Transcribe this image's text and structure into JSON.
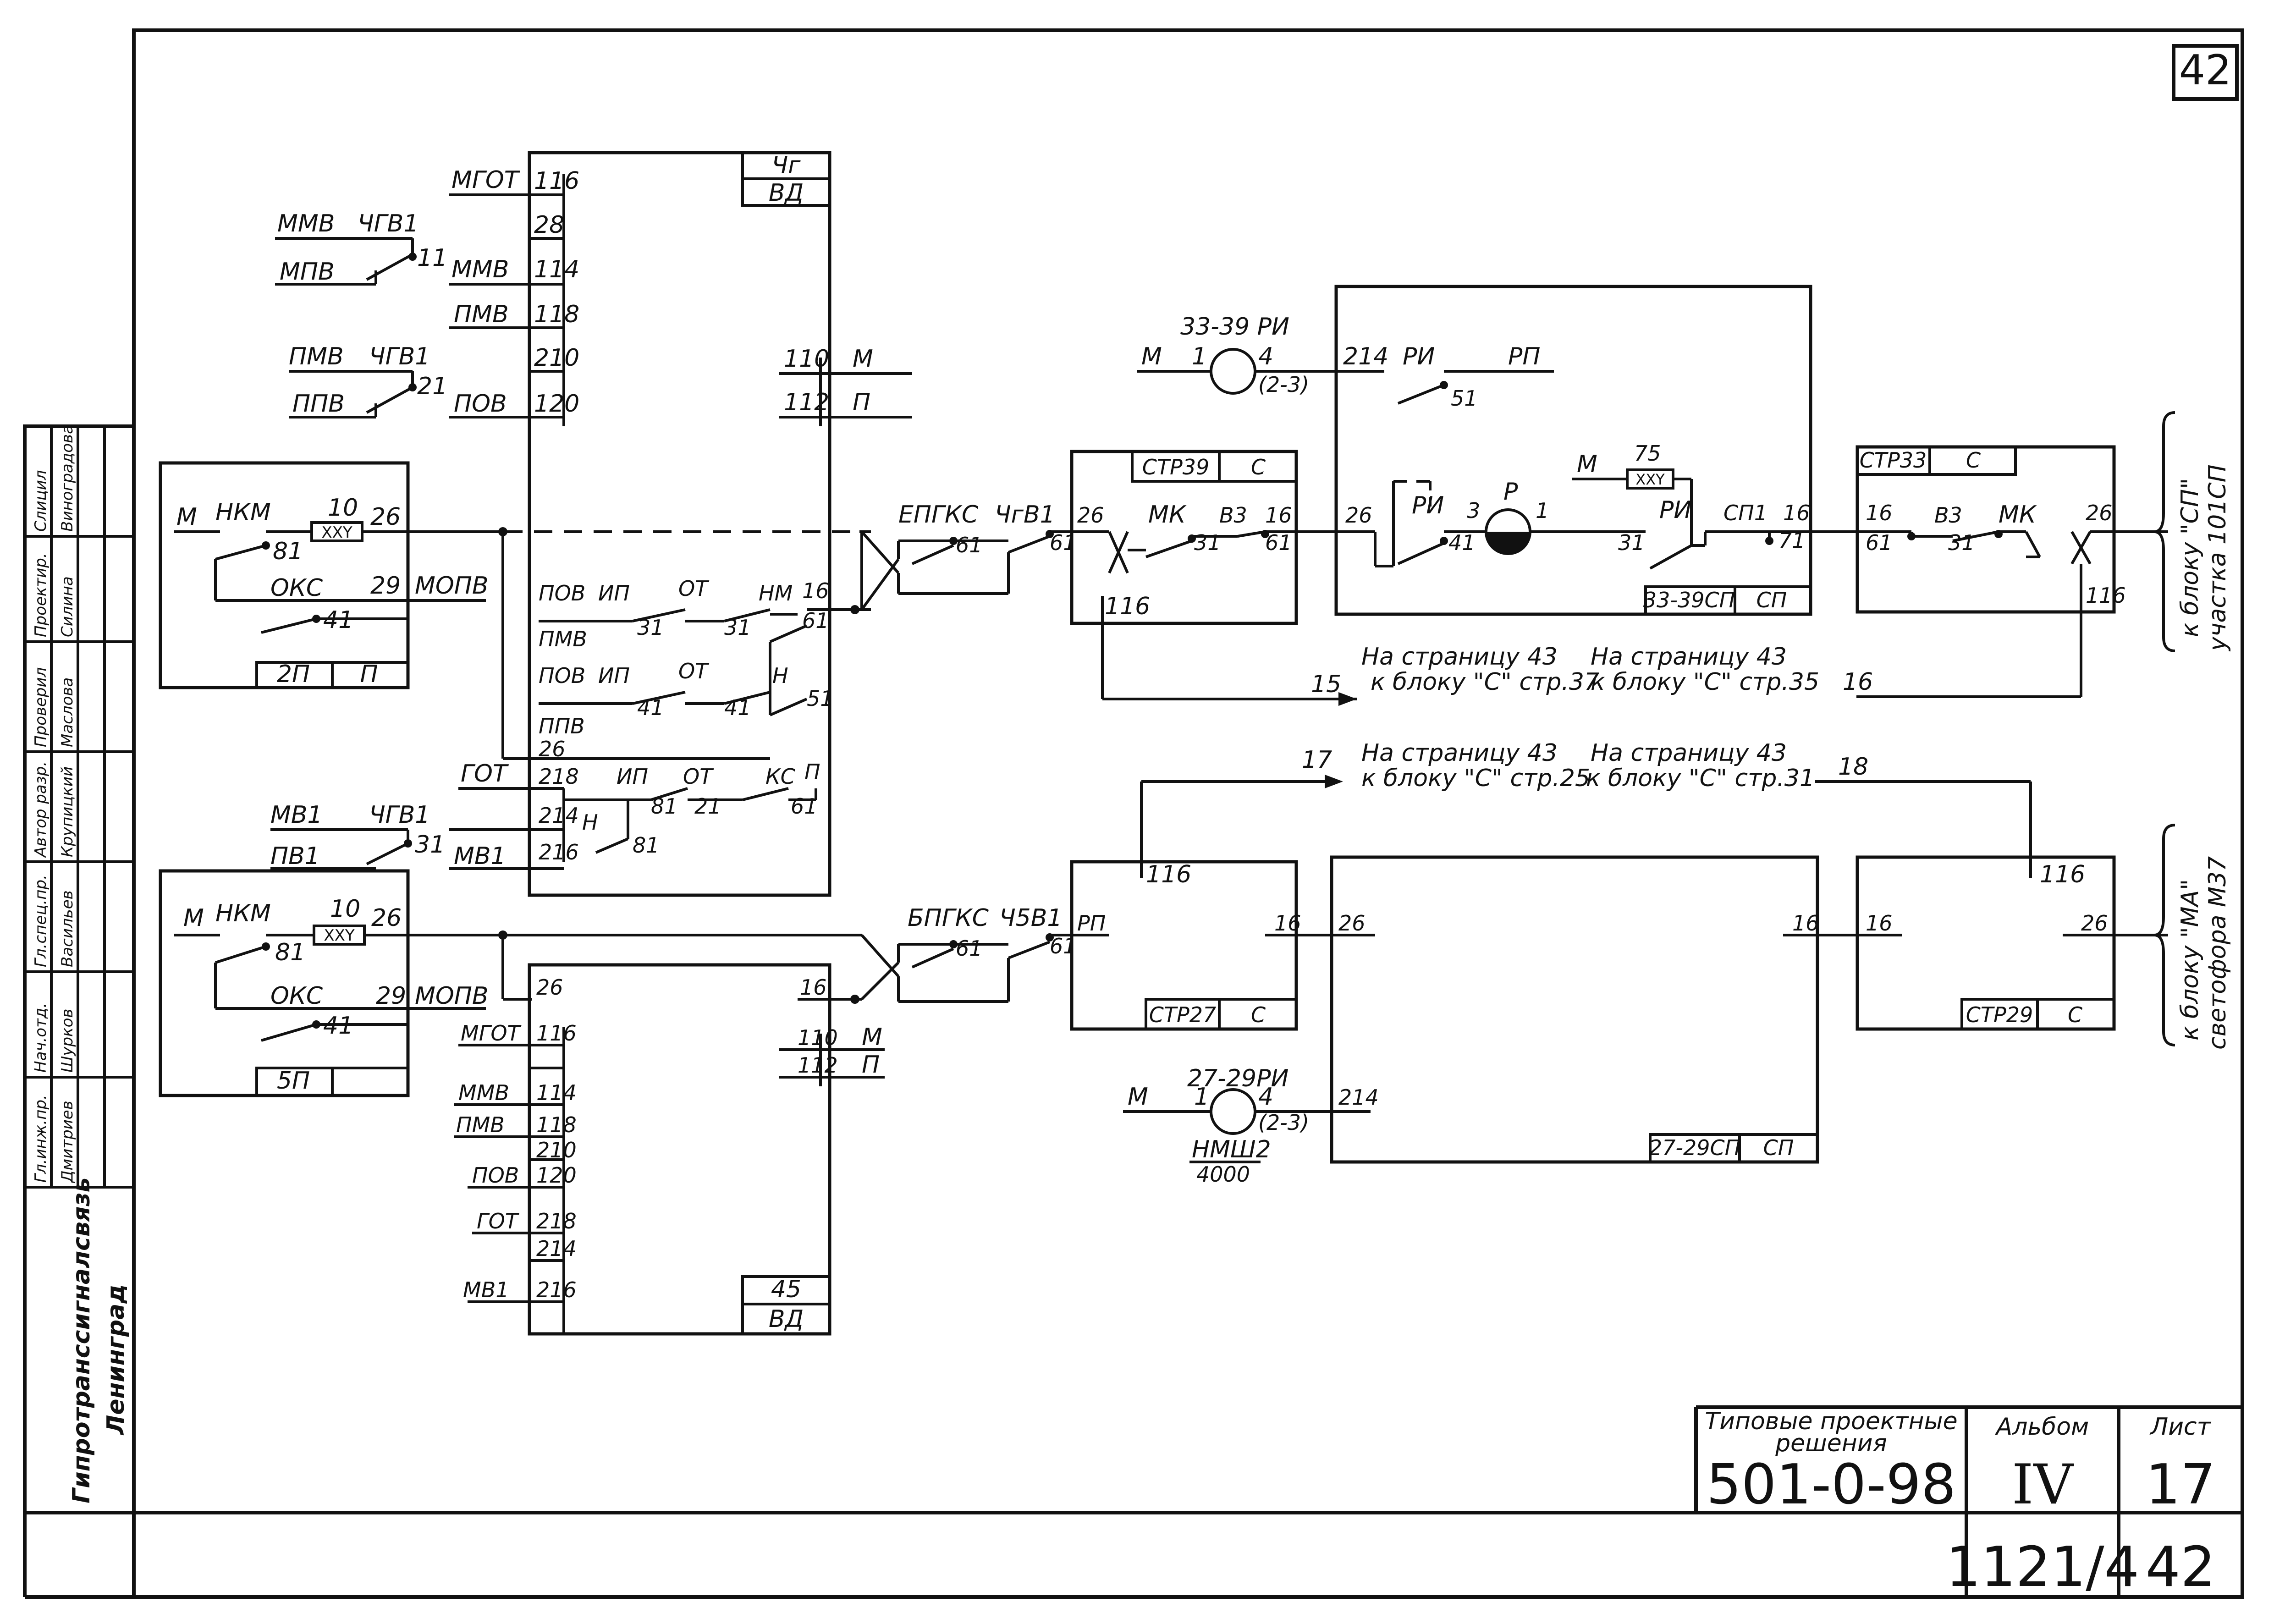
{
  "sheet_no_top": "42",
  "stamp": {
    "title_line1": "Типовые проектные",
    "title_line2": "решения",
    "code": "501-0-98",
    "album_label": "Альбом",
    "album_no": "IV",
    "sheet_label": "Лист",
    "sheet_no": "17",
    "archive_no": "1121/4",
    "page_no": "42"
  },
  "org": {
    "line1": "Гипротранссигналсвязь",
    "line2": "Ленинград"
  },
  "side_block": [
    {
      "role": "Гл.инж.пр.",
      "name": "Дмитриев"
    },
    {
      "role": "Нач.отд.",
      "name": "Шурков"
    },
    {
      "role": "Гл.спец.пр.",
      "name": "Васильев"
    },
    {
      "role": "Автор разр.",
      "name": "Крупицкий"
    },
    {
      "role": "Проверил",
      "name": "Маслова"
    },
    {
      "role": "Проектир.",
      "name": "Силина"
    },
    {
      "role": "Слицил",
      "name": "Виноградова"
    }
  ],
  "labels": {
    "mgot": "МГОТ",
    "c116": "116",
    "mmv": "ММВ",
    "c28": "28",
    "chg_v1": "ЧГВ1",
    "c11": "11",
    "mpv": "МПВ",
    "c114": "114",
    "pmv": "ПМВ",
    "c118": "118",
    "c210": "210",
    "c21": "21",
    "ppv": "ППВ",
    "pov": "ПОВ",
    "c120": "120",
    "blk4g_a": "Чг",
    "blk4g_b": "ВД",
    "c110": "110",
    "m": "М",
    "c112": "112",
    "p": "П",
    "nkm": "НКМ",
    "c10": "10",
    "xxy": "XXY",
    "c26": "26",
    "c81": "81",
    "oks": "ОКС",
    "c29": "29",
    "mopv": "МОПВ",
    "c41": "41",
    "b2p_a": "2П",
    "b2p_b": "П",
    "ip": "ИП",
    "ot": "ОТ",
    "nm": "НМ",
    "c16": "16",
    "c31": "31",
    "c61": "61",
    "h": "Н",
    "c51": "51",
    "got": "ГОТ",
    "c218": "218",
    "ks": "КС",
    "mv1": "МВ1",
    "c214": "214",
    "pv1": "ПВ1",
    "c216": "216",
    "epgks": "ЕПГКС",
    "chgv1": "ЧгВ1",
    "str39": "СТР39",
    "c": "С",
    "mk": "МК",
    "v3": "В3",
    "ri_title": "33-39 РИ",
    "c1": "1",
    "c4": "4",
    "c23": "(2-3)",
    "ri": "РИ",
    "rp": "РП",
    "r": "Р",
    "c3": "3",
    "c75": "75",
    "sp1": "СП1",
    "c71": "71",
    "blk3339_a": "33-39СП",
    "sp": "СП",
    "str33": "СТР33",
    "dest_sp": "к блоку \"СП\"",
    "dest_sp2": "участка 101СП",
    "n15": "15",
    "n16": "16",
    "n17": "17",
    "n18": "18",
    "ref1a": "На страницу 43",
    "ref1b": "к блоку \"С\" стр.37",
    "ref2a": "На страницу 43",
    "ref2b": "к блоку \"С\" стр.35",
    "ref3a": "На страницу 43",
    "ref3b": "к блоку \"С\" стр.25",
    "ref4a": "На страницу 43",
    "ref4b": "к блоку \"С\" стр.31",
    "bpgks": "БПГКС",
    "ch5v1": "Ч5В1",
    "rp2": "РП",
    "str27": "СТР27",
    "str29": "СТР29",
    "ri27_title": "27-29РИ",
    "nmsh": "НМШ2",
    "c4000": "4000",
    "blk2729_a": "27-29СП",
    "b5p_a": "5П",
    "blk45_a": "45",
    "blk45_b": "ВД",
    "dest_ma": "к блоку \"МА\"",
    "dest_ma2": "светофора М37"
  }
}
